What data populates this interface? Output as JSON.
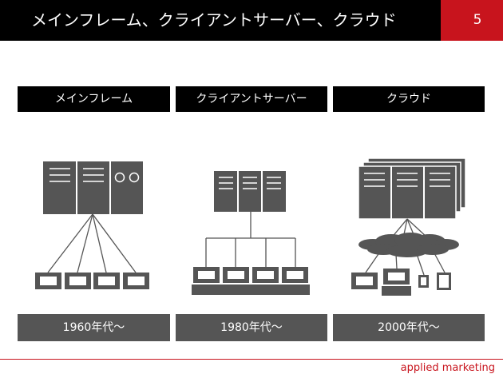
{
  "slide": {
    "title": "メインフレーム、クライアントサーバー、クラウド",
    "page_number": "5",
    "accent_color": "#c8141d"
  },
  "columns": [
    {
      "header": "メインフレーム",
      "era": "1960年代〜",
      "diagram": "mainframe-diagram"
    },
    {
      "header": "クライアントサーバー",
      "era": "1980年代〜",
      "diagram": "client-server-diagram"
    },
    {
      "header": "クラウド",
      "era": "2000年代〜",
      "diagram": "cloud-diagram"
    }
  ],
  "footer": {
    "brand": "applied marketing"
  }
}
